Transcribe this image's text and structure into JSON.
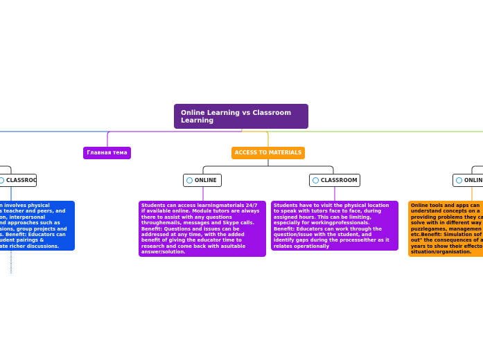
{
  "root": {
    "title_line1": "Online Learning vs Classroom",
    "title_line2": "Learning"
  },
  "topics": {
    "main_topic": "Главная тема",
    "access": "ACCESS TO MATERIALS"
  },
  "labels": {
    "left_classroom": "CLASSROOM",
    "access_online": "ONLINE",
    "access_classroom": "CLASSROOM",
    "right_online": "ONLINE"
  },
  "notes": {
    "left_classroom": [
      "n involves physical",
      "s teacher and peers, and",
      "on, interpersonal",
      "nd approaches such as",
      "sions, group projects and",
      "s. Benefit: Educators can",
      "udent pairings &",
      "ate richer discussions."
    ],
    "access_online": [
      "Students can access learningmaterials 24/7",
      "if available online. Module tutors are always",
      "there to assist with any questions",
      "throughemails, messages and Skype calls.",
      "Benefit: Questions and issues can be",
      "addressed at any time, with the added",
      "benefit of giving the educator time to",
      "research and come back with asuitable",
      "answer/solution."
    ],
    "access_classroom": [
      "Students have to visit the physical location",
      "to speak with tutors face to face, during",
      "assigned hours. This can be limiting,",
      "especially for workingprofessionals.",
      "Benefit: Educators can work through the",
      "question/issue with the student, and",
      "identify gaps during the processeither as it",
      "relates operationally"
    ],
    "right_online": [
      "Online tools and apps can",
      "understand concepts on a",
      "providing problems they ca",
      "solve with in different way",
      "puzzlegames, managemen",
      "etc.Benefit: Simulation sof",
      "out\" the consequences of a",
      "years to show their effecto",
      "situation/organisation."
    ]
  }
}
